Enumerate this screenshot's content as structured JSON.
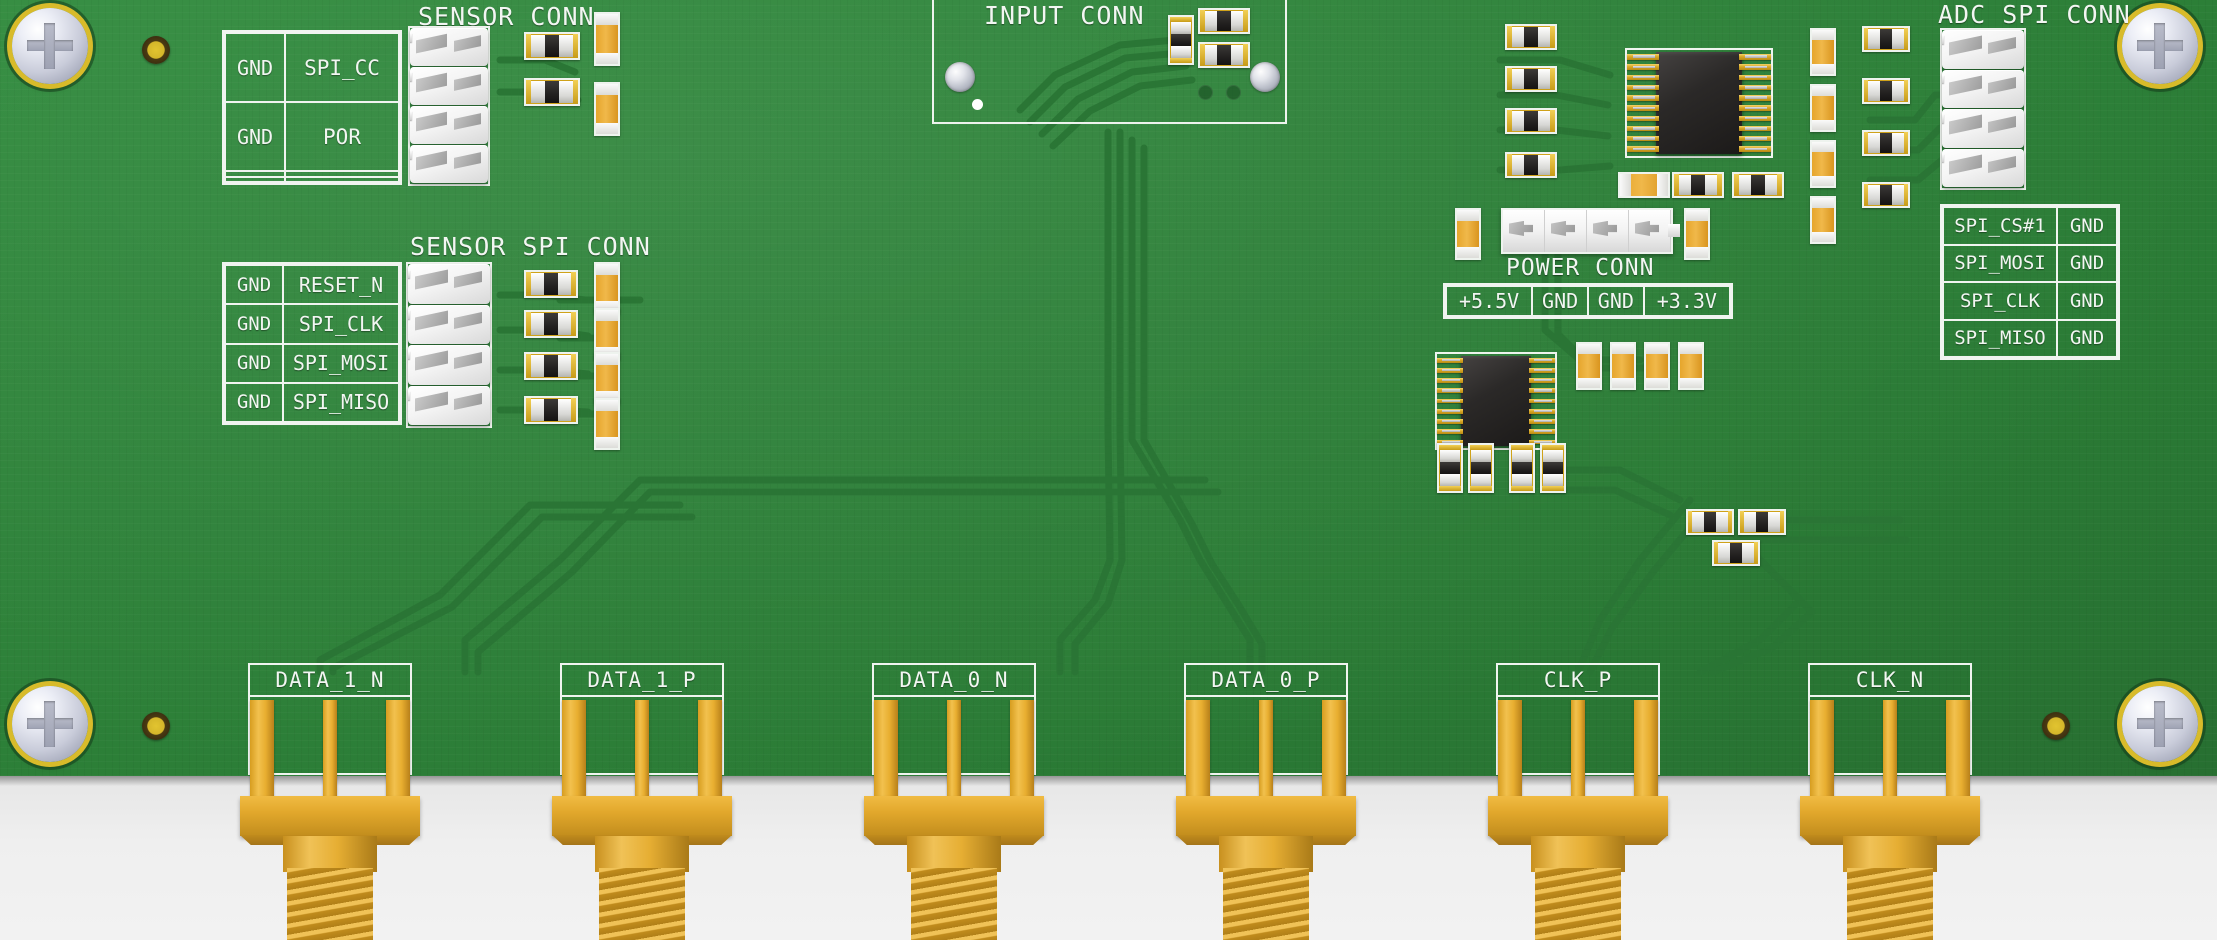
{
  "board": {
    "colors": {
      "soldermask": "#2d8239",
      "silkscreen": "#f2f6f2",
      "copper_pad": "#d9a726",
      "ic_body": "#232120",
      "connector_white": "#f4f4f4",
      "sma_gold": "#e2a82c",
      "screw_ring": "#d8bb2a",
      "background_gray": "#eeeeee"
    }
  },
  "silk_labels": {
    "sensor_conn": "SENSOR  CONN",
    "sensor_spi_conn": "SENSOR  SPI  CONN",
    "input_conn": "INPUT  CONN",
    "adc_spi_conn": "ADC  SPI  CONN",
    "power_conn": "POWER  CONN"
  },
  "sensor_conn_table": {
    "rows": [
      [
        "GND",
        "SPI_CC"
      ],
      [
        "GND",
        "POR"
      ],
      [
        "",
        ""
      ],
      [
        "",
        ""
      ]
    ]
  },
  "sensor_spi_conn_table": {
    "rows": [
      [
        "GND",
        "RESET_N"
      ],
      [
        "GND",
        "SPI_CLK"
      ],
      [
        "GND",
        "SPI_MOSI"
      ],
      [
        "GND",
        "SPI_MISO"
      ]
    ]
  },
  "adc_spi_conn_table": {
    "rows": [
      [
        "SPI_CS#1",
        "GND"
      ],
      [
        "SPI_MOSI",
        "GND"
      ],
      [
        "SPI_CLK",
        "GND"
      ],
      [
        "SPI_MISO",
        "GND"
      ]
    ]
  },
  "power_conn_table": {
    "rows": [
      [
        "+5.5V",
        "GND",
        "GND",
        "+3.3V"
      ]
    ]
  },
  "sma_connectors": [
    {
      "label": "DATA_1_N"
    },
    {
      "label": "DATA_1_P"
    },
    {
      "label": "DATA_0_N"
    },
    {
      "label": "DATA_0_P"
    },
    {
      "label": "CLK_P"
    },
    {
      "label": "CLK_N"
    }
  ]
}
